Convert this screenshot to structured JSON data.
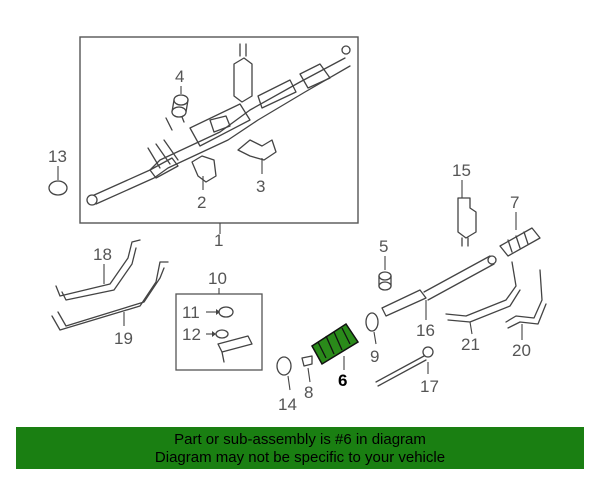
{
  "diagram": {
    "callouts": {
      "c1": "1",
      "c2": "2",
      "c3": "3",
      "c4": "4",
      "c5": "5",
      "c6": "6",
      "c7": "7",
      "c8": "8",
      "c9": "9",
      "c10": "10",
      "c11": "11",
      "c12": "12",
      "c13": "13",
      "c14": "14",
      "c15": "15",
      "c16": "16",
      "c17": "17",
      "c18": "18",
      "c19": "19",
      "c20": "20",
      "c21": "21"
    },
    "highlight_color": "#000000"
  },
  "banner": {
    "line1": "Part or sub-assembly is #6 in diagram",
    "line2": "Diagram may not be specific to your vehicle",
    "background": "#1a7f12"
  }
}
